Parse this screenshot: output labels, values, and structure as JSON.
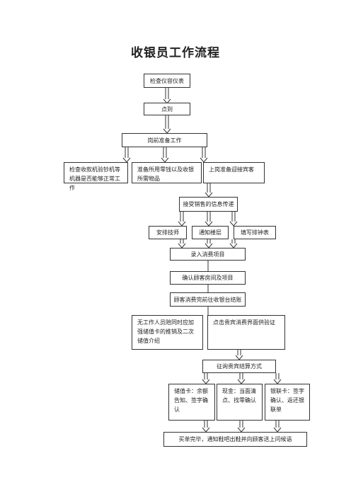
{
  "title": "收银员工作流程",
  "steps": {
    "check_instruments": "检查仪容仪表",
    "check_in": "点到",
    "pre_shift_prep": "岗前准备工作",
    "check_machines": "检查收款机验钞机等机器是否能够正常工作",
    "prepare_change": "准备所用零钱以及收银所需物品",
    "greet_guests": "上岗准备迎接宾客",
    "receive_sales_info": "接受销售的信息传递",
    "arrange_technician": "安排技师",
    "notify_floor": "通知楼层",
    "fill_clock_sheet": "填写排钟表",
    "enter_items": "录入消费项目",
    "confirm_room": "确认顾客房间及项目",
    "go_checkout": "顾客消费完前往收银台结账",
    "promote_card": "无工作人员陪同时应加强储值卡的推销及二次储值介绍",
    "click_verify": "点击贵宾消费界面供验证",
    "ask_payment": "征询贵宾结算方式",
    "stored_card": "储值卡：余额告知、签字确认",
    "cash": "现金：当面清点、找零确认",
    "bank_card": "银联卡：签字确认、返还银联单",
    "finish": "买单完毕，通知鞋吧出鞋并向顾客送上问候语"
  }
}
